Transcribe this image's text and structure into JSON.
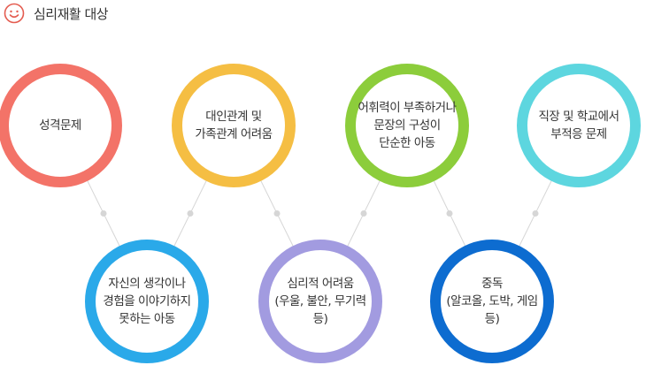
{
  "header": {
    "title": "심리재활 대상",
    "icon": "smiley-icon",
    "icon_color": "#e45c50"
  },
  "colors": {
    "red": "#f37368",
    "yellow": "#f5be43",
    "green": "#8ccd3b",
    "cyan": "#5dd6df",
    "blue": "#2aa9e9",
    "purple": "#a29be0",
    "navy": "#0d6cd0",
    "connector": "#d6d6d6"
  },
  "targets": [
    {
      "id": "personality",
      "label": "성격문제",
      "color": "red"
    },
    {
      "id": "relationships",
      "label": "대인관계 및\n가족관계 어려움",
      "color": "yellow"
    },
    {
      "id": "vocabulary",
      "label": "어휘력이 부족하거나\n문장의 구성이\n단순한 아동",
      "color": "green"
    },
    {
      "id": "school",
      "label": "직장 및 학교에서\n부적응 문제",
      "color": "cyan"
    },
    {
      "id": "expression",
      "label": "자신의 생각이나\n경험을 이야기하지\n못하는 아동",
      "color": "blue"
    },
    {
      "id": "psychological",
      "label": "심리적 어려움\n(우울, 불안, 무기력 등)",
      "color": "purple"
    },
    {
      "id": "addiction",
      "label": "중독\n(알코올, 도박, 게임 등)",
      "color": "navy"
    }
  ]
}
